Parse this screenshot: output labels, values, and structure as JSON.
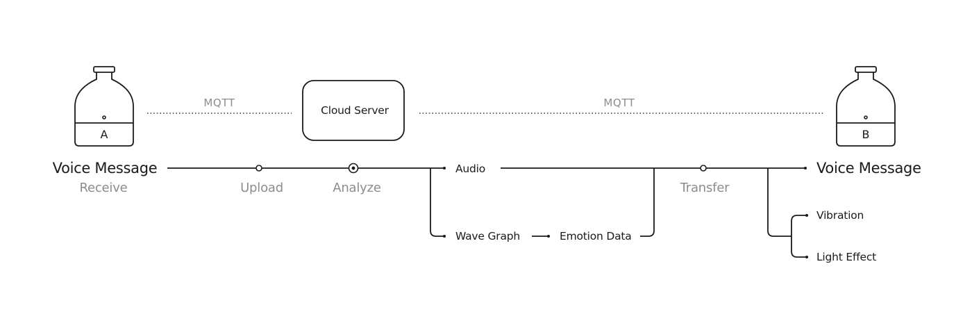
{
  "devices": {
    "a": {
      "letter": "A"
    },
    "b": {
      "letter": "B"
    }
  },
  "cloud": {
    "label": "Cloud Server"
  },
  "protocols": {
    "left": "MQTT",
    "right": "MQTT"
  },
  "flow": {
    "start_title": "Voice Message",
    "start_sub": "Receive",
    "upload": "Upload",
    "analyze": "Analyze",
    "audio": "Audio",
    "wave_graph": "Wave Graph",
    "emotion_data": "Emotion Data",
    "transfer": "Transfer",
    "end_title": "Voice Message",
    "vibration": "Vibration",
    "light_effect": "Light Effect"
  },
  "colors": {
    "line": "#1a1a1a",
    "muted_text": "#8c8c8c",
    "background": "#ffffff"
  }
}
